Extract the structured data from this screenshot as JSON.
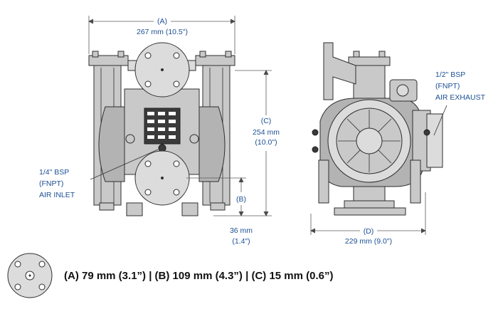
{
  "dimension_a": {
    "letter": "(A)",
    "value": "267 mm (10.5\")"
  },
  "dimension_c": {
    "letter": "(C)",
    "line1": "254 mm",
    "line2": "(10.0\")"
  },
  "dimension_b": {
    "letter": "(B)"
  },
  "dimension_base": {
    "line1": "36 mm",
    "line2": "(1.4\")"
  },
  "dimension_d": {
    "letter": "(D)",
    "value": "229 mm (9.0\")"
  },
  "air_inlet": {
    "line1": "1/4\" BSP",
    "line2": "(FNPT)",
    "line3": "AIR INLET"
  },
  "air_exhaust": {
    "line1": "1/2\" BSP",
    "line2": "(FNPT)",
    "line3": "AIR EXHAUST"
  },
  "flange_dimensions": "(A) 79 mm (3.1”) | (B) 109 mm (4.3”) | (C) 15 mm (0.6”)",
  "colors": {
    "label": "#1b4f93",
    "body": "#c9c9c9",
    "outline": "#2e2e2e",
    "legend_text": "#111111"
  }
}
